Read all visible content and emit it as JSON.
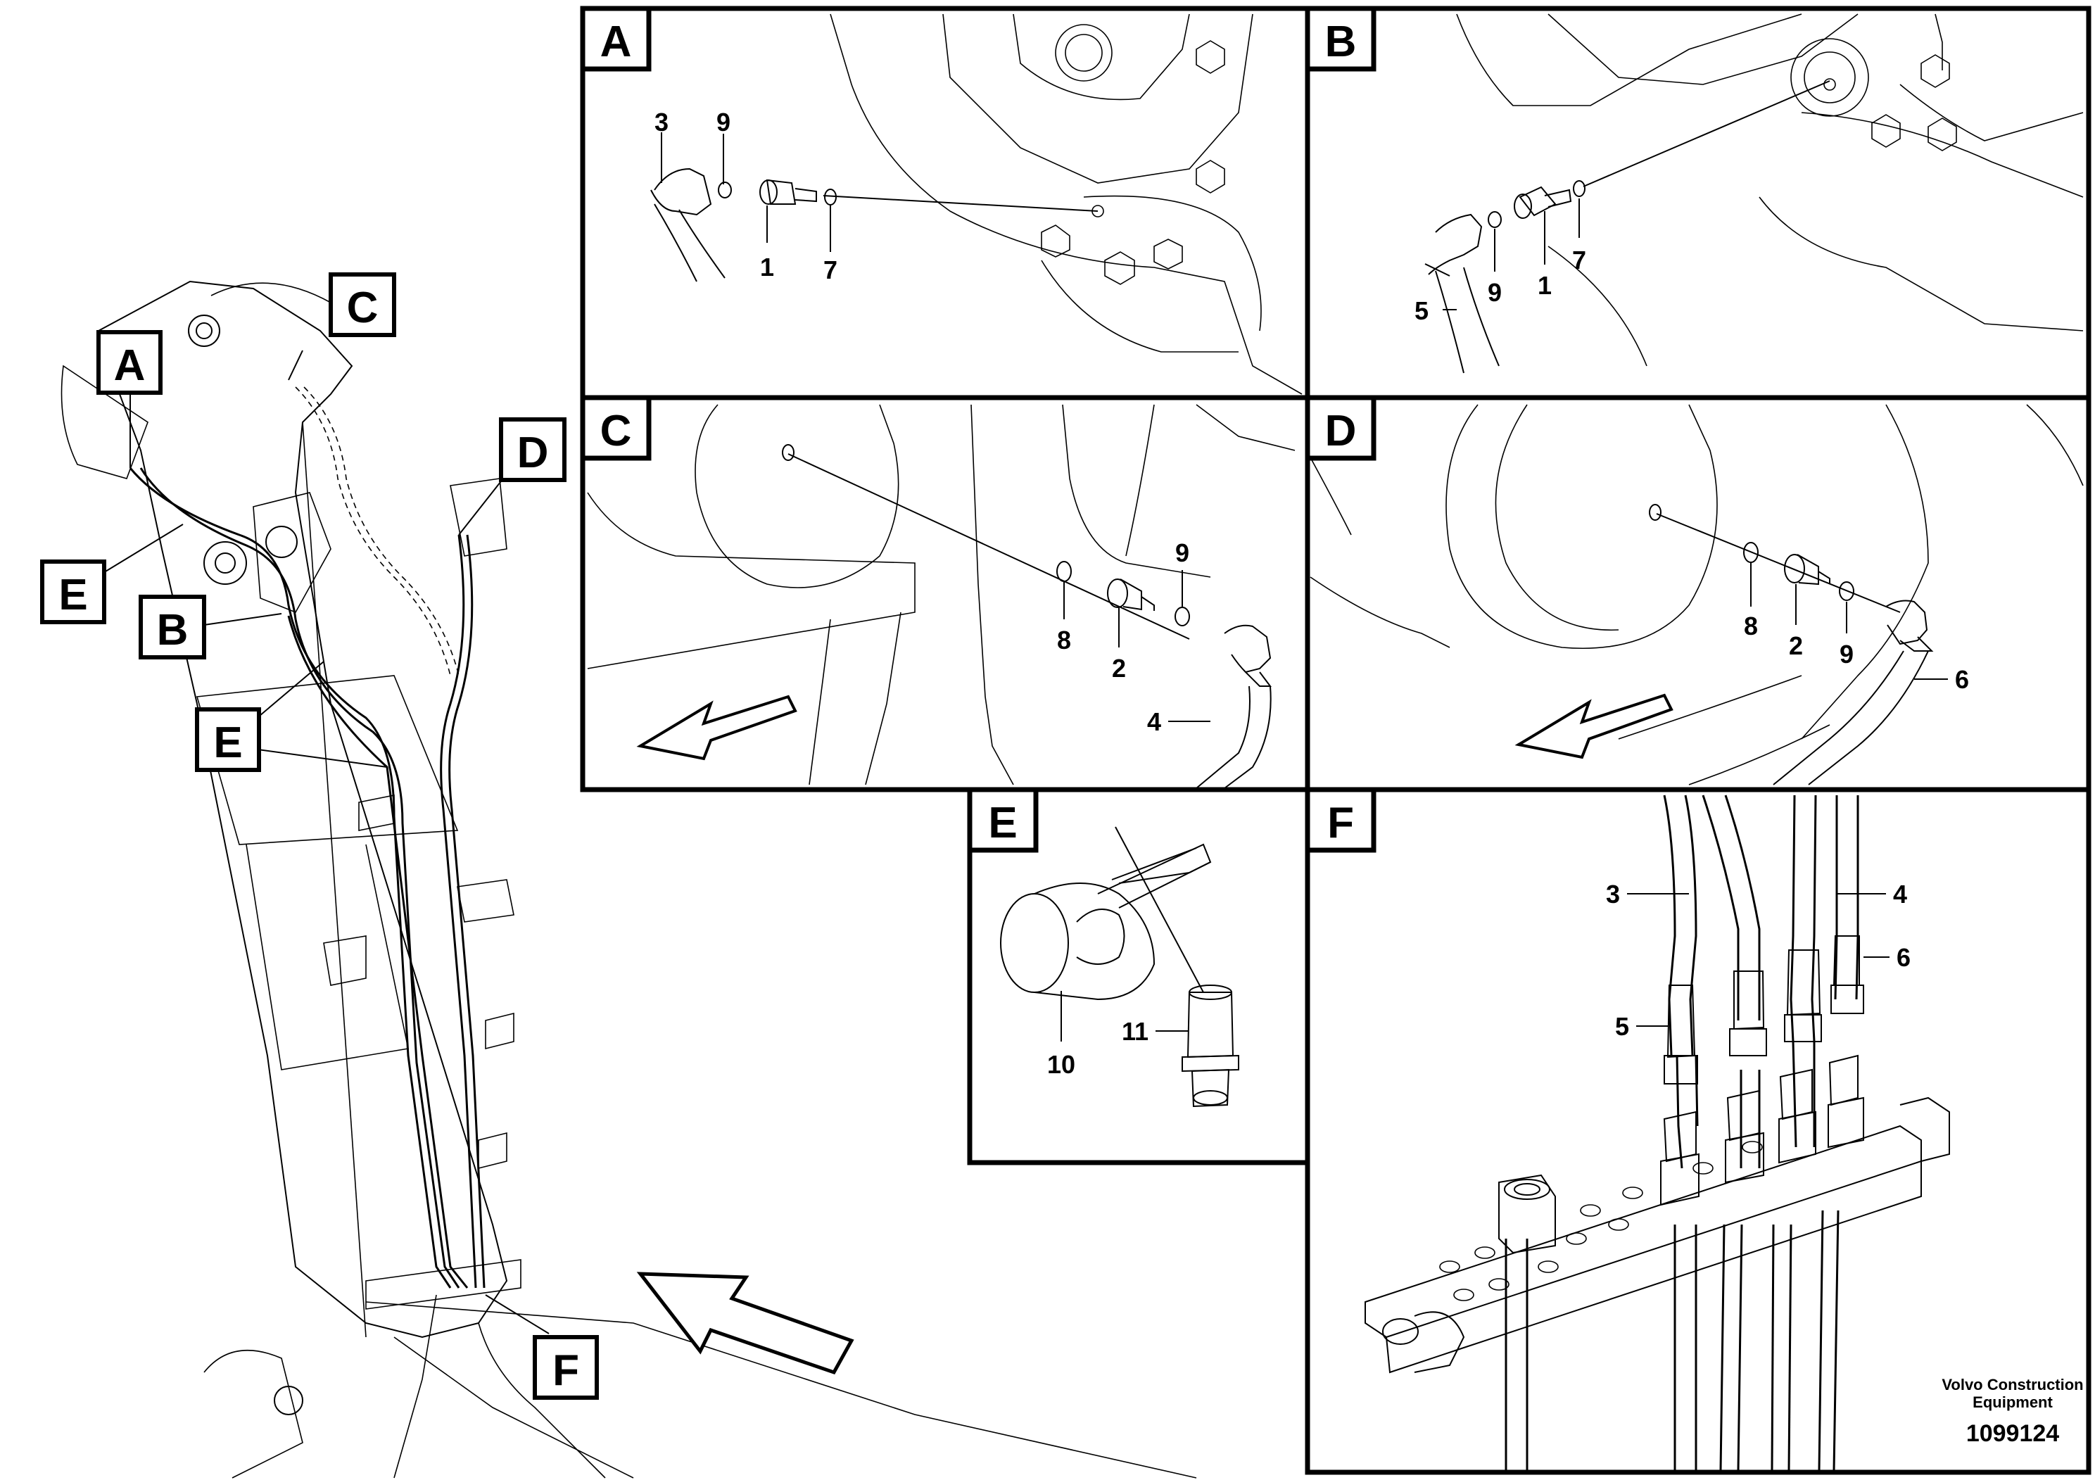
{
  "overview": {
    "callouts": [
      "A",
      "B",
      "C",
      "D",
      "E",
      "E",
      "F"
    ]
  },
  "panels": {
    "A": {
      "tag": "A",
      "parts": [
        "3",
        "9",
        "1",
        "7"
      ]
    },
    "B": {
      "tag": "B",
      "parts": [
        "5",
        "9",
        "1",
        "7"
      ]
    },
    "C": {
      "tag": "C",
      "parts": [
        "8",
        "2",
        "9",
        "4"
      ]
    },
    "D": {
      "tag": "D",
      "parts": [
        "8",
        "2",
        "9",
        "6"
      ]
    },
    "E": {
      "tag": "E",
      "parts": [
        "10",
        "11"
      ]
    },
    "F": {
      "tag": "F",
      "parts": [
        "3",
        "4",
        "5",
        "6"
      ]
    }
  },
  "footer": {
    "brand_line1": "Volvo Construction",
    "brand_line2": "Equipment",
    "drawing_number": "1099124"
  }
}
